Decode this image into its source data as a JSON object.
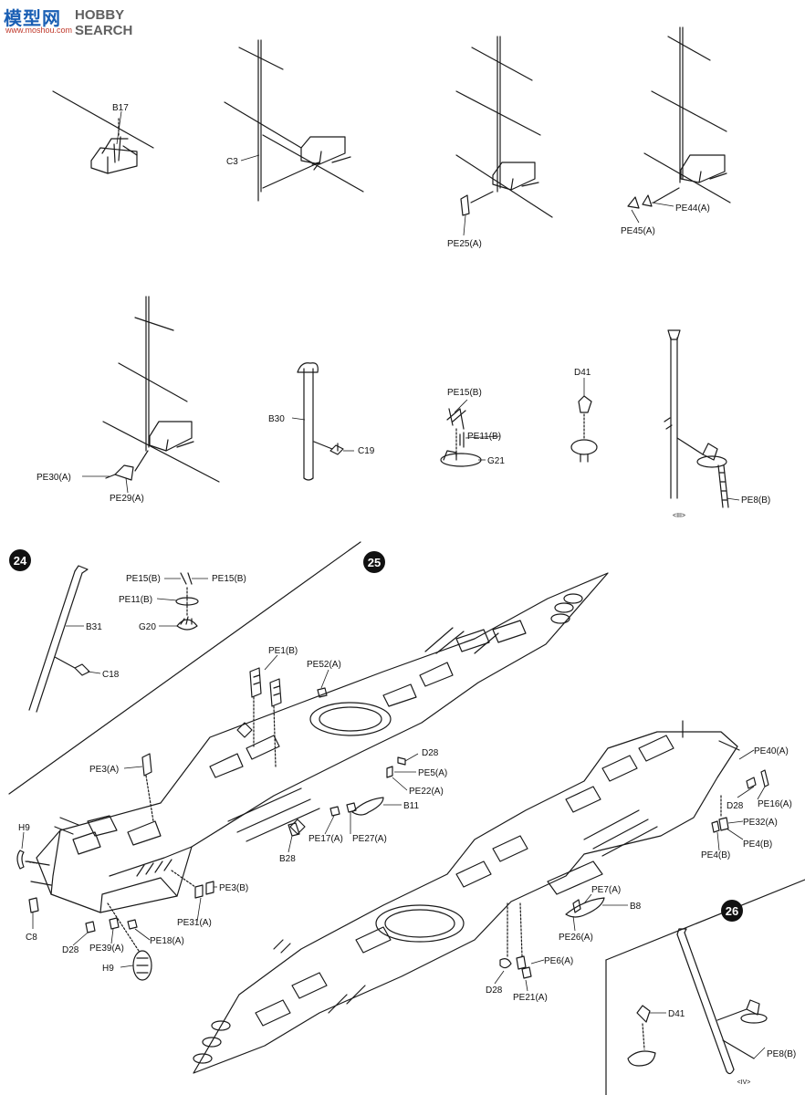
{
  "watermark": {
    "chinese": "模型网",
    "brand": "HOBBY SEARCH",
    "url": "www.moshou.com"
  },
  "step_markers": [
    "24",
    "25",
    "26"
  ],
  "sub_markers": [
    "<III>",
    "<IV>"
  ],
  "parts": {
    "top": [
      "B17",
      "C3",
      "PE25(A)",
      "PE44(A)",
      "PE45(A)"
    ],
    "middle": [
      "PE30(A)",
      "PE29(A)",
      "B30",
      "C19",
      "PE15(B)",
      "PE11(B)",
      "G21",
      "D41",
      "PE8(B)"
    ],
    "step24": [
      "PE15(B)",
      "PE15(B)",
      "PE11(B)",
      "G20",
      "B31",
      "C18"
    ],
    "step25_left": [
      "PE1(B)",
      "PE52(A)",
      "PE3(A)",
      "D28",
      "PE5(A)",
      "PE22(A)",
      "B11",
      "PE17(A)",
      "PE27(A)",
      "B28",
      "H9",
      "C8",
      "PE3(B)",
      "PE31(A)",
      "D28",
      "PE39(A)",
      "PE18(A)",
      "H9"
    ],
    "step25_right": [
      "PE40(A)",
      "PE16(A)",
      "D28",
      "PE32(A)",
      "PE4(B)",
      "PE4(B)",
      "PE7(A)",
      "B8",
      "PE26(A)",
      "PE6(A)",
      "D28",
      "PE21(A)"
    ],
    "step26": [
      "D41",
      "PE8(B)"
    ]
  },
  "colors": {
    "line": "#1a1a1a",
    "watermark_blue": "#1a5fb4",
    "watermark_red": "#c0392b"
  }
}
